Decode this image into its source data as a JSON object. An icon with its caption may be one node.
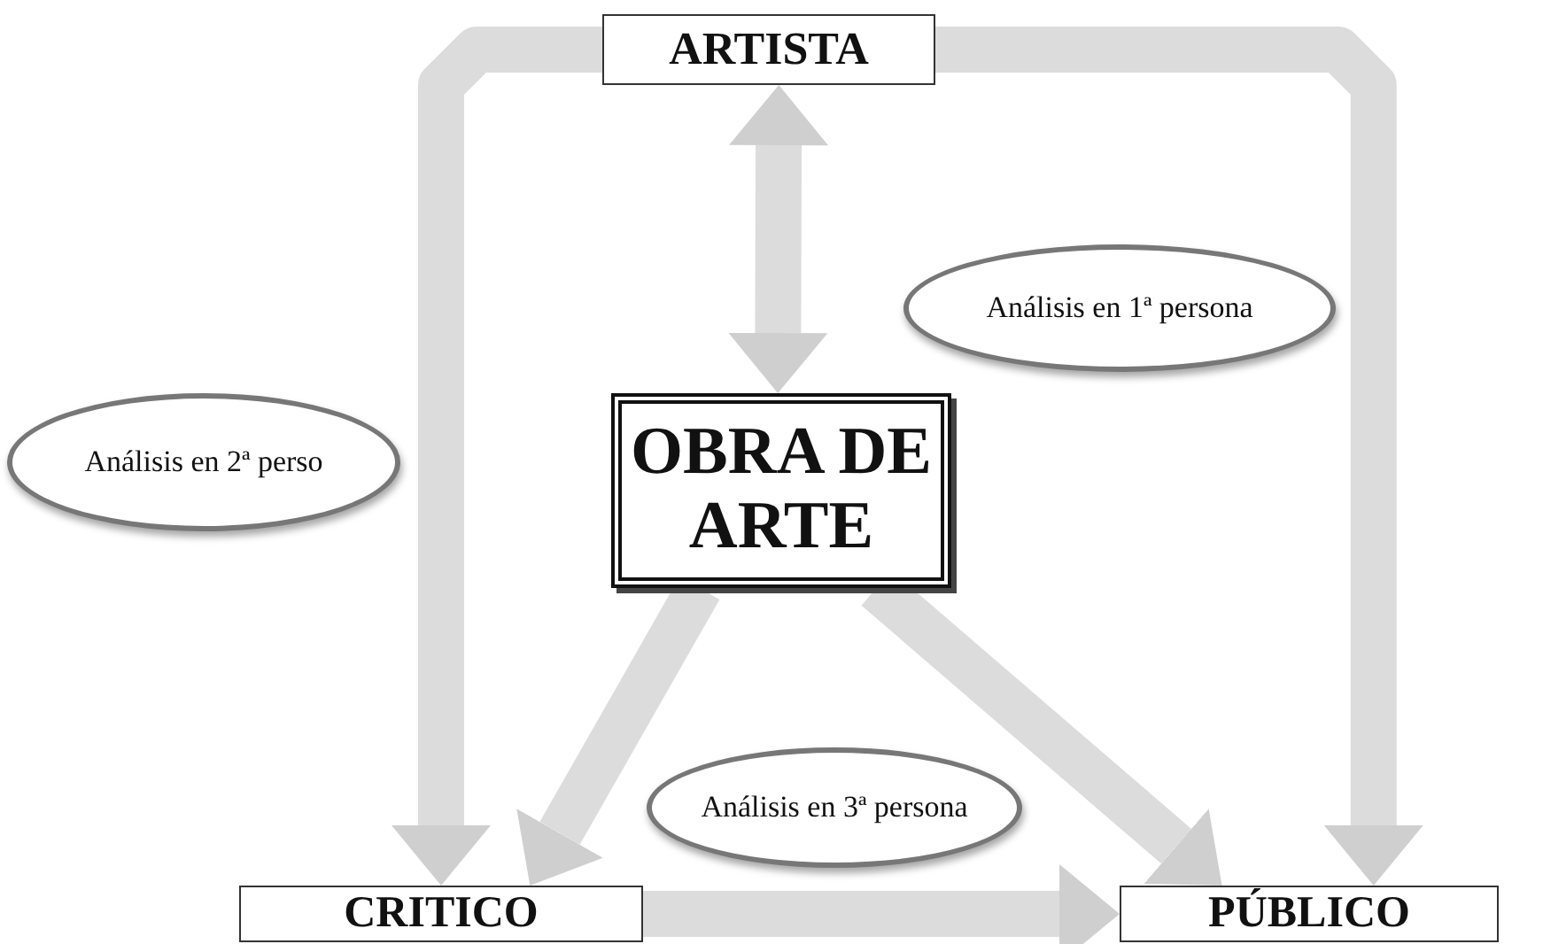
{
  "diagram": {
    "nodes": [
      {
        "text": [
          "ARTISTA"
        ]
      },
      {
        "text": [
          "OBRA DE ARTE"
        ]
      },
      {
        "text": [
          "CRITICO"
        ]
      },
      {
        "text": [
          "PÚBLICO"
        ]
      },
      {
        "text": [
          "Análisis en 1ª persona"
        ]
      },
      {
        "text": [
          "Análisis en 2ª perso"
        ]
      },
      {
        "text": [
          "Análisis en 3ª persona"
        ]
      }
    ],
    "edges": [
      {
        "from": 0,
        "to": 1,
        "arrow": "both"
      },
      {
        "from": 0,
        "to": 2,
        "arrow": "to"
      },
      {
        "from": 0,
        "to": 3,
        "arrow": "to"
      },
      {
        "from": 1,
        "to": 2,
        "arrow": "to"
      },
      {
        "from": 1,
        "to": 3,
        "arrow": "to"
      },
      {
        "from": 2,
        "to": 3,
        "arrow": "to"
      }
    ]
  }
}
